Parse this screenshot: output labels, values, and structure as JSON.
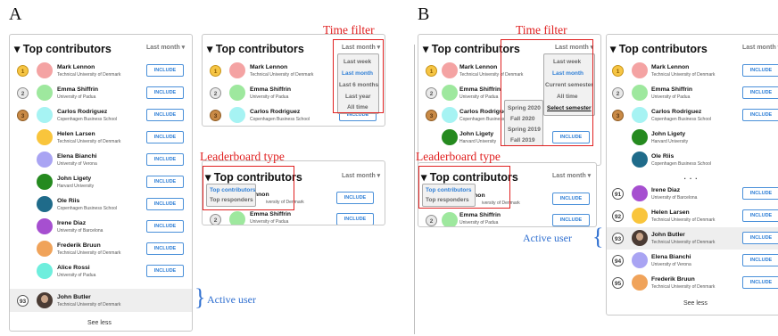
{
  "panels": {
    "a": "A",
    "b": "B"
  },
  "widget": {
    "title": "Top contributors",
    "alt_title": "Top responders",
    "filter": "Last month",
    "include": "INCLUDE",
    "see_less": "See less",
    "dots": "..."
  },
  "time_filter_options_a": [
    "Last week",
    "Last month",
    "Last 6 months",
    "Last year",
    "All time"
  ],
  "time_filter_options_b": [
    "Last week",
    "Last month",
    "Current semester",
    "All time",
    "Select semester"
  ],
  "semesters": [
    "Spring 2020",
    "Fall 2020",
    "Spring 2019",
    "Fall 2019"
  ],
  "annotations": {
    "time_filter": "Time filter",
    "leaderboard_type": "Leaderboard type",
    "active_user": "Active user"
  },
  "users": {
    "mark": {
      "name": "Mark Lennon",
      "aff": "Technical University of Denmark",
      "color": "#f4a3a3"
    },
    "emma": {
      "name": "Emma Shiffrin",
      "aff": "University of Padua",
      "color": "#9ee89e"
    },
    "carlos": {
      "name": "Carlos Rodriguez",
      "aff": "Copenhagen Business School",
      "color": "#a6f3f3"
    },
    "helen": {
      "name": "Helen Larsen",
      "aff": "Technical University of Denmark",
      "color": "#f9c53c"
    },
    "elena": {
      "name": "Elena Bianchi",
      "aff": "University of Verona",
      "color": "#a9a4f3"
    },
    "john": {
      "name": "John Ligety",
      "aff": "Harvard University",
      "color": "#258a1f"
    },
    "ole": {
      "name": "Ole Riis",
      "aff": "Copenhagen Business School",
      "color": "#1f6b8a"
    },
    "irene": {
      "name": "Irene Diaz",
      "aff": "University of Barcelona",
      "color": "#a64fd0"
    },
    "fred": {
      "name": "Frederik Bruun",
      "aff": "Technical University of Denmark",
      "color": "#f0a35a"
    },
    "alice": {
      "name": "Alice Rossi",
      "aff": "University of Padua",
      "color": "#6eeedd"
    },
    "butler": {
      "name": "John Butler",
      "aff": "Technical University of Denmark",
      "color": "#4a3b34"
    }
  },
  "ranks": {
    "r1": "1",
    "r2": "2",
    "r3": "3",
    "r91": "91",
    "r92": "92",
    "r93": "93",
    "r94": "94",
    "r95": "95"
  }
}
